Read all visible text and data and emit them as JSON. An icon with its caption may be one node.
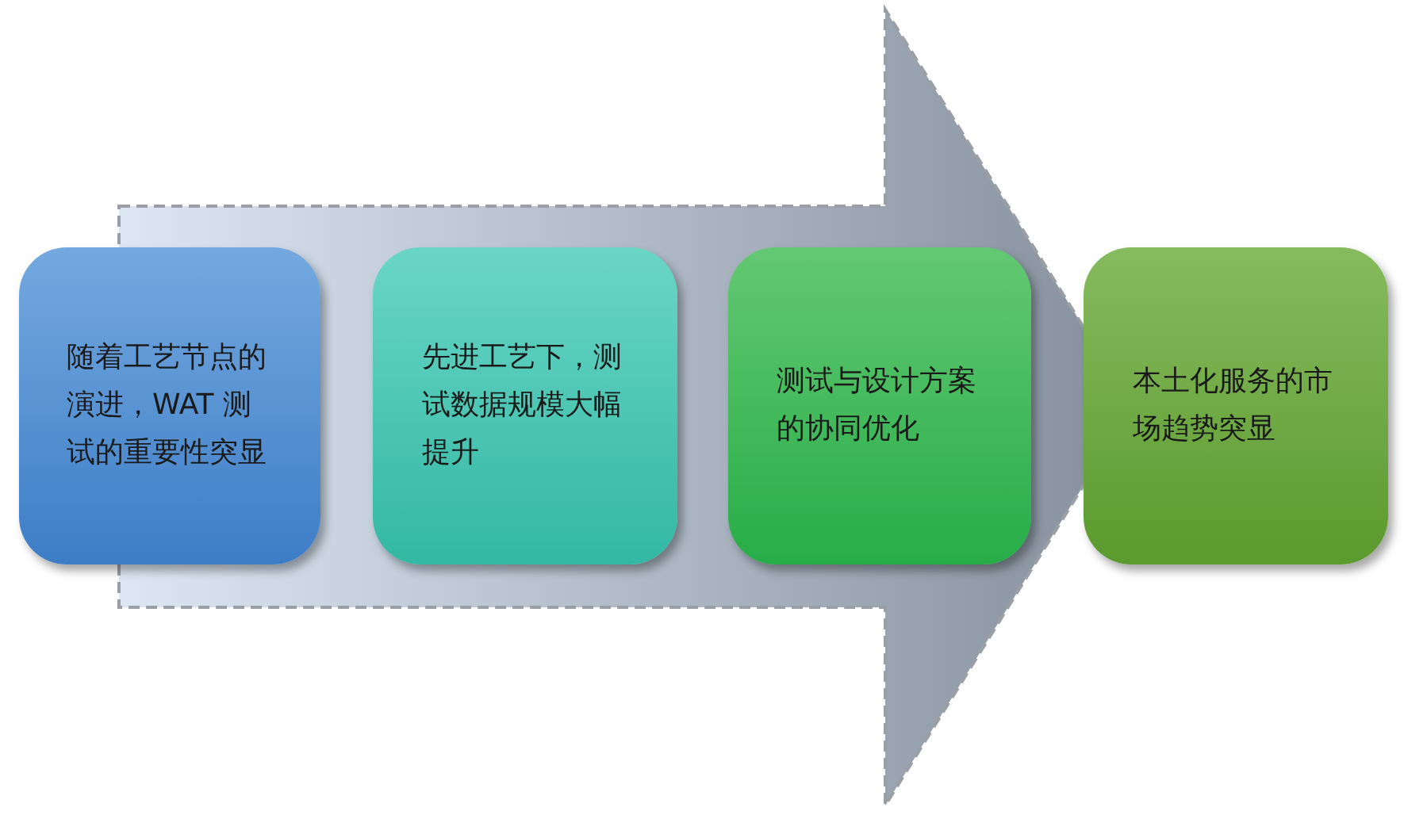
{
  "diagram": {
    "nodes": [
      {
        "text": [
          "随着工艺节点的演进，WAT 测试的重要性突显"
        ]
      },
      {
        "text": [
          "先进工艺下，测试数据规模大幅提升"
        ]
      },
      {
        "text": [
          "测试与设计方案的协同优化"
        ]
      },
      {
        "text": [
          "本土化服务的市场趋势突显"
        ]
      }
    ],
    "edges": [
      {
        "from": 0,
        "to": 3,
        "arrow": "to"
      }
    ]
  }
}
